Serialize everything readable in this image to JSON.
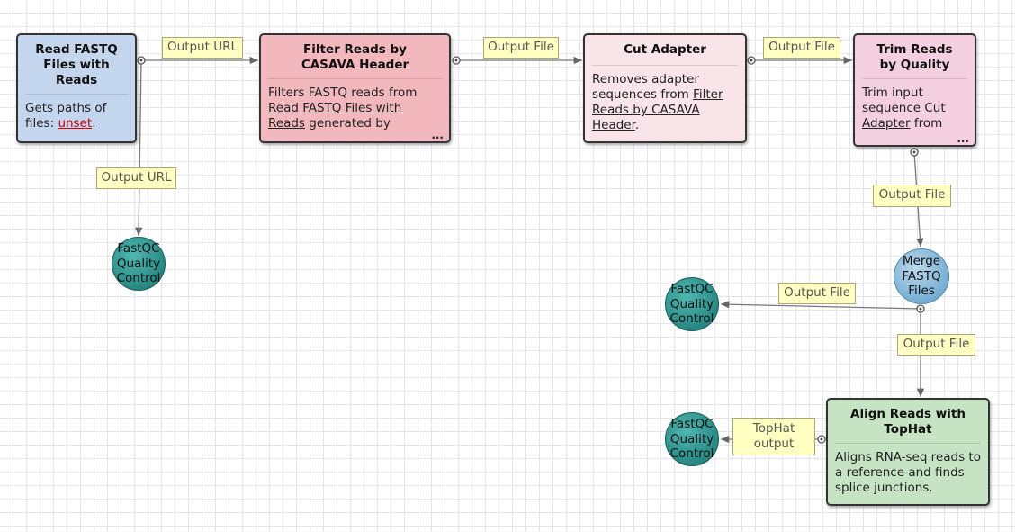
{
  "nodes": {
    "read_fastq": {
      "title": "Read FASTQ Files with Reads",
      "desc_prefix": "Gets paths of files: ",
      "desc_unset": "unset",
      "desc_suffix": "."
    },
    "filter_reads": {
      "title": "Filter Reads by CASAVA Header",
      "desc_prefix": "Filters FASTQ reads from ",
      "desc_ref": "Read FASTQ Files with Reads",
      "desc_suffix": " generated by",
      "more": "..."
    },
    "cut_adapter": {
      "title": "Cut Adapter",
      "desc_prefix": "Removes adapter sequences from ",
      "desc_ref": "Filter Reads by CASAVA Header",
      "desc_suffix": "."
    },
    "trim_reads": {
      "title": "Trim Reads by Quality",
      "desc_prefix": "Trim input sequence ",
      "desc_ref": "Cut Adapter",
      "desc_suffix": " from",
      "more": "..."
    },
    "align_reads": {
      "title": "Align Reads with TopHat",
      "desc": "Aligns RNA-seq reads to a reference and finds splice junctions."
    },
    "merge_fastq": {
      "label": "Merge FASTQ Files"
    },
    "fastqc_1": {
      "label": "FastQC Quality Control"
    },
    "fastqc_2": {
      "label": "FastQC Quality Control"
    },
    "fastqc_3": {
      "label": "FastQC Quality Control"
    }
  },
  "links": {
    "read_to_filter": "Output URL",
    "read_to_fastqc": "Output URL",
    "filter_to_cut": "Output File",
    "cut_to_trim": "Output File",
    "trim_to_merge": "Output File",
    "merge_to_fastqc": "Output File",
    "merge_to_align": "Output File",
    "align_to_fastqc": "TopHat output"
  }
}
